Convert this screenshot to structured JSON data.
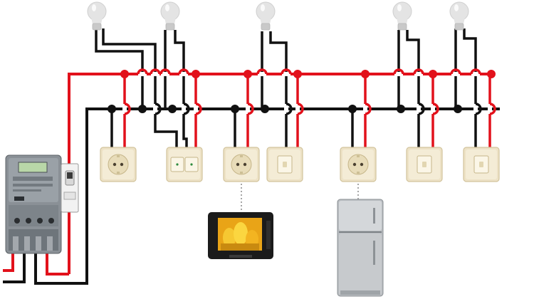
{
  "colors": {
    "live": "#e2111b",
    "neutral": "#111111",
    "junction_live": "#e2111b",
    "junction_neutral": "#111111",
    "bulb": "#e4e4e4",
    "bulb_base": "#c9c9c9",
    "plate": "#ede2c6",
    "plate_edge": "#d2c39c",
    "meter_body": "#8a9096",
    "fridge": "#b9bdc1",
    "tv_body": "#1b1b1b",
    "tv_screen": "#e9a417"
  },
  "components": {
    "bulbs": [
      {
        "id": "bulb-1",
        "icon": "light-bulb-icon"
      },
      {
        "id": "bulb-2",
        "icon": "light-bulb-icon"
      },
      {
        "id": "bulb-3",
        "icon": "light-bulb-icon"
      },
      {
        "id": "bulb-4",
        "icon": "light-bulb-icon"
      },
      {
        "id": "bulb-5",
        "icon": "light-bulb-icon"
      }
    ],
    "wall_devices": [
      {
        "id": "socket-1",
        "kind": "socket",
        "icon": "power-socket-icon"
      },
      {
        "id": "double-switch",
        "kind": "double-switch",
        "icon": "double-light-switch-icon"
      },
      {
        "id": "socket-2",
        "kind": "socket",
        "icon": "power-socket-icon"
      },
      {
        "id": "switch-1",
        "kind": "switch",
        "icon": "light-switch-icon"
      },
      {
        "id": "socket-3",
        "kind": "socket",
        "icon": "power-socket-icon"
      },
      {
        "id": "switch-2",
        "kind": "switch",
        "icon": "light-switch-icon"
      },
      {
        "id": "switch-3",
        "kind": "switch",
        "icon": "light-switch-icon"
      }
    ],
    "appliances": [
      {
        "id": "television",
        "icon": "television-icon"
      },
      {
        "id": "refrigerator",
        "icon": "refrigerator-icon"
      }
    ],
    "meter": {
      "icon": "energy-meter-icon"
    },
    "breaker": {
      "icon": "circuit-breaker-icon"
    }
  }
}
